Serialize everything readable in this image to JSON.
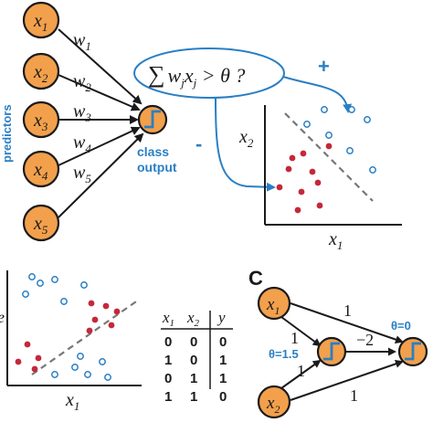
{
  "panel_a": {
    "inputs": [
      {
        "base": "x",
        "sub": "1"
      },
      {
        "base": "x",
        "sub": "2"
      },
      {
        "base": "x",
        "sub": "3"
      },
      {
        "base": "x",
        "sub": "4"
      },
      {
        "base": "x",
        "sub": "5"
      }
    ],
    "weights": [
      {
        "base": "w",
        "sub": "1"
      },
      {
        "base": "w",
        "sub": "2"
      },
      {
        "base": "w",
        "sub": "3"
      },
      {
        "base": "w",
        "sub": "4"
      },
      {
        "base": "w",
        "sub": "5"
      }
    ],
    "predictors_label": "predictors",
    "class_label": "class",
    "output_label": "output",
    "formula": {
      "sum": "∑",
      "w": "w",
      "j1": "j",
      "x": "x",
      "j2": "j",
      "rest": " > θ ?"
    },
    "plus_sign": "+",
    "minus_sign": "-",
    "colors": {
      "accent_blue": "#2a7fc4",
      "node_orange": "#f2a04c",
      "class_red": "#c4283a"
    }
  },
  "panel_b": {
    "ylabel": {
      "base": "x",
      "sub": "2"
    },
    "xlabel": {
      "base": "x",
      "sub": "1"
    }
  },
  "panel_c": {
    "label": "C",
    "inputs": [
      {
        "base": "x",
        "sub": "1"
      },
      {
        "base": "x",
        "sub": "2"
      }
    ],
    "weights": {
      "x1_out": "1",
      "x1_hidden": "1",
      "hidden_out": "−2",
      "x2_hidden": "1",
      "x2_out": "1"
    },
    "theta_hidden": "θ=1.5",
    "theta_out": "θ=0"
  },
  "xor_table": {
    "headers": [
      {
        "base": "x",
        "sub": "1"
      },
      {
        "base": "x",
        "sub": "2"
      },
      {
        "base": "y",
        "sub": ""
      }
    ],
    "rows": [
      [
        "0",
        "0",
        "0"
      ],
      [
        "1",
        "0",
        "1"
      ],
      [
        "0",
        "1",
        "1"
      ],
      [
        "1",
        "1",
        "0"
      ]
    ]
  },
  "panel_left_plot": {
    "xlabel": {
      "base": "x",
      "sub": "1"
    },
    "ylabel_fragment": "e"
  }
}
